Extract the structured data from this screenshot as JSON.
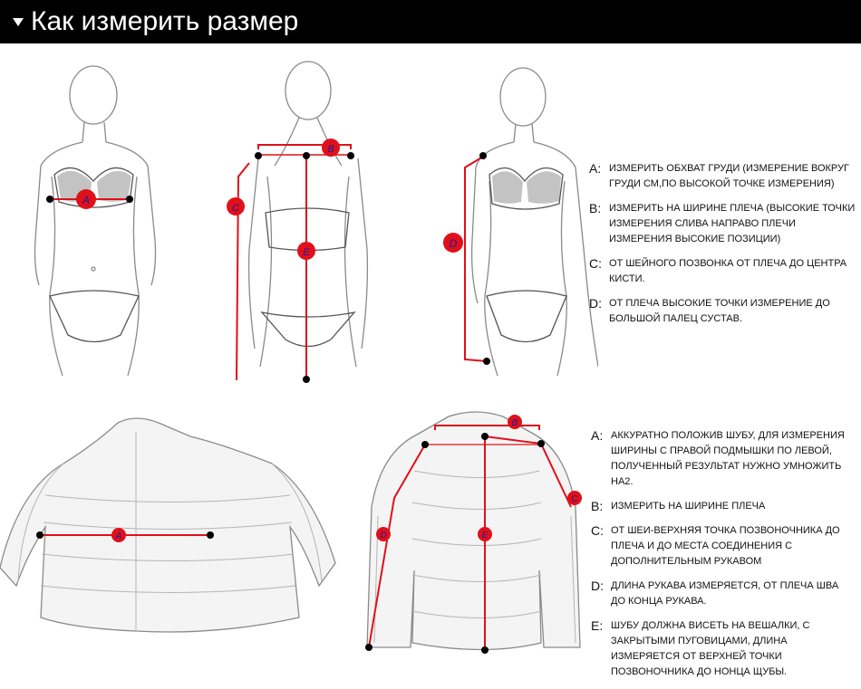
{
  "header": {
    "title": "Как измерить размер"
  },
  "body_legend": [
    {
      "key": "A:",
      "text": "ИЗМЕРИТЬ ОБХВАТ ГРУДИ (ИЗМЕРЕНИЕ ВОКРУГ ГРУДИ СМ,ПО ВЫСОКОЙ ТОЧКЕ ИЗМЕРЕНИЯ)"
    },
    {
      "key": "B:",
      "text": "ИЗМЕРИТЬ НА ШИРИНЕ ПЛЕЧА (ВЫСОКИЕ ТОЧКИ ИЗМЕРЕНИЯ СЛИВА НАПРАВО ПЛЕЧИ ИЗМЕРЕНИЯ ВЫСОКИЕ ПОЗИЦИИ)"
    },
    {
      "key": "C:",
      "text": "ОТ ШЕЙНОГО ПОЗВОНКА ОТ ПЛЕЧА ДО ЦЕНТРА КИСТИ."
    },
    {
      "key": "D:",
      "text": "ОТ ПЛЕЧА ВЫСОКИЕ ТОЧКИ ИЗМЕРЕНИЕ ДО БОЛЬШОЙ ПАЛЕЦ СУСТАВ."
    }
  ],
  "coat_legend": [
    {
      "key": "A:",
      "text": "АККУРАТНО ПОЛОЖИВ ШУБУ, ДЛЯ ИЗМЕРЕНИЯ ШИРИНЫ С ПРАВОЙ ПОДМЫШКИ ПО ЛЕВОЙ, ПОЛУЧЕННЫЙ РЕЗУЛЬТАТ НУЖНО УМНОЖИТЬ НА2."
    },
    {
      "key": "B:",
      "text": "ИЗМЕРИТЬ НА ШИРИНЕ ПЛЕЧА"
    },
    {
      "key": "C:",
      "text": "ОТ ШЕИ-ВЕРХНЯЯ ТОЧКА ПОЗВОНОЧНИКА ДО ПЛЕЧА И ДО МЕСТА СОЕДИНЕНИЯ С ДОПОЛНИТЕЛЬНЫМ РУКАВОМ"
    },
    {
      "key": "D:",
      "text": "ДЛИНА РУКАВА ИЗМЕРЯЕТСЯ, ОТ ПЛЕЧА ШВА ДО КОНЦА РУКАВА."
    },
    {
      "key": "E:",
      "text": "ШУБУ ДОЛЖНА ВИСЕТЬ НА ВЕШАЛКИ, С ЗАКРЫТЫМИ ПУГОВИЦАМИ, ДЛИНА ИЗМЕРЯЕТСЯ ОТ ВЕРХНЕЙ ТОЧКИ ПОЗВОНОЧНИКА ДО НОНЦА ЩУБЫ."
    }
  ],
  "markers": {
    "a": "A",
    "b": "B",
    "c": "C",
    "d": "D",
    "e": "E"
  },
  "colors": {
    "accent": "#e0101a",
    "header_bg": "#000000",
    "sketch": "#8a8a8a",
    "marker_text": "#1a1aa0"
  }
}
